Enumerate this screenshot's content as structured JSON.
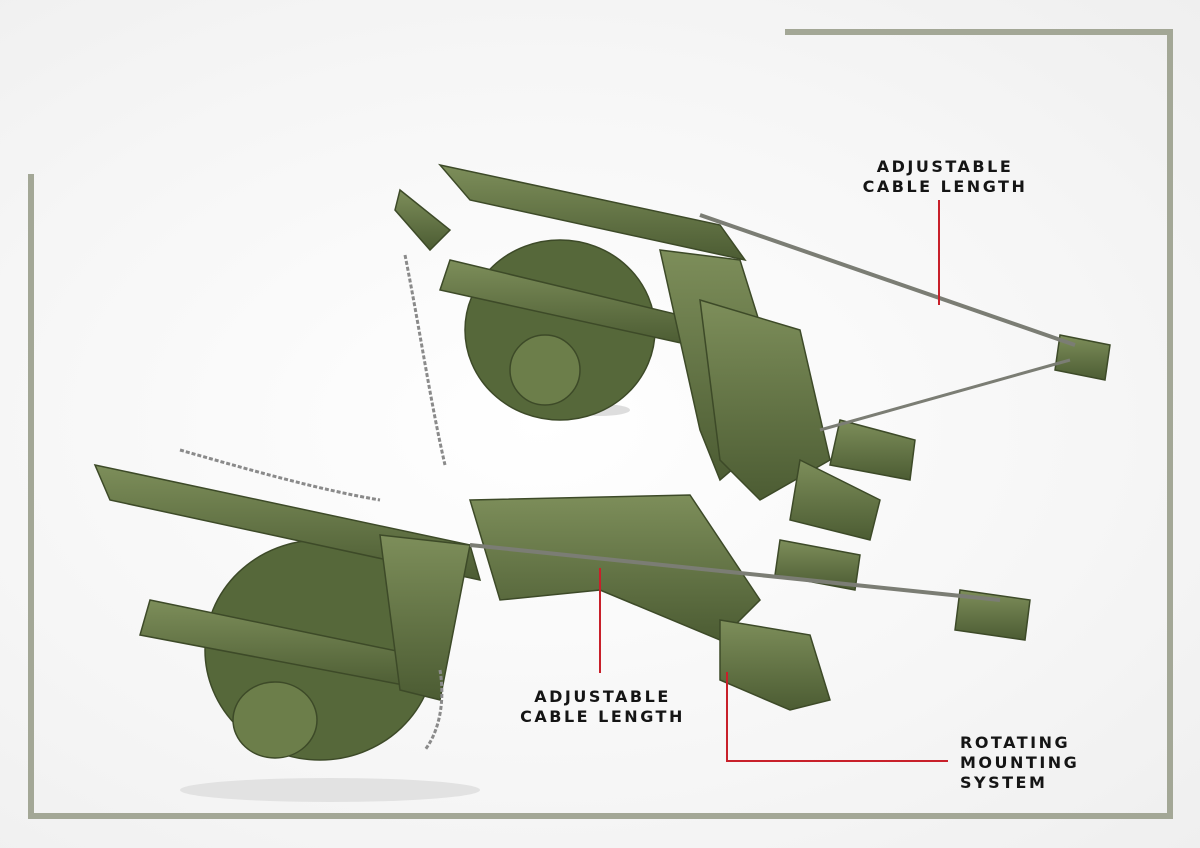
{
  "callouts": {
    "top_cable": {
      "line1": "ADJUSTABLE",
      "line2": "CABLE LENGTH"
    },
    "middle_cable": {
      "line1": "ADJUSTABLE",
      "line2": "CABLE LENGTH"
    },
    "rotating_mount": {
      "line1": "ROTATING",
      "line2": "MOUNTING",
      "line3": "SYSTEM"
    }
  },
  "colors": {
    "frame": "#a3a796",
    "leader": "#c8202a",
    "model_green": "#5e7040"
  }
}
